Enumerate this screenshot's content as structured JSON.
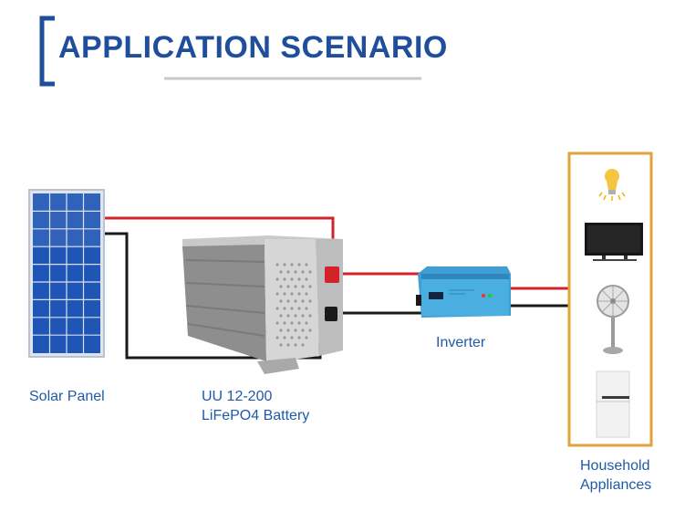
{
  "header": {
    "title": "APPLICATION SCENARIO"
  },
  "components": {
    "solar_panel_label": "Solar Panel",
    "battery_label_line1": "UU 12-200",
    "battery_label_line2": "LiFePO4 Battery",
    "inverter_label": "Inverter",
    "appliances_label_line1": "Household",
    "appliances_label_line2": "Appliances"
  },
  "appliances": [
    {
      "name": "light-bulb-icon"
    },
    {
      "name": "television-icon"
    },
    {
      "name": "fan-icon"
    },
    {
      "name": "refrigerator-icon"
    }
  ],
  "colors": {
    "title": "#1f4e9c",
    "label": "#1f5aa8",
    "positive_wire": "#d2232a",
    "negative_wire": "#1a1a1a",
    "appliance_frame": "#e0a23a",
    "inverter_body": "#3f9fd4",
    "solar_cells": "#1f55b5"
  }
}
